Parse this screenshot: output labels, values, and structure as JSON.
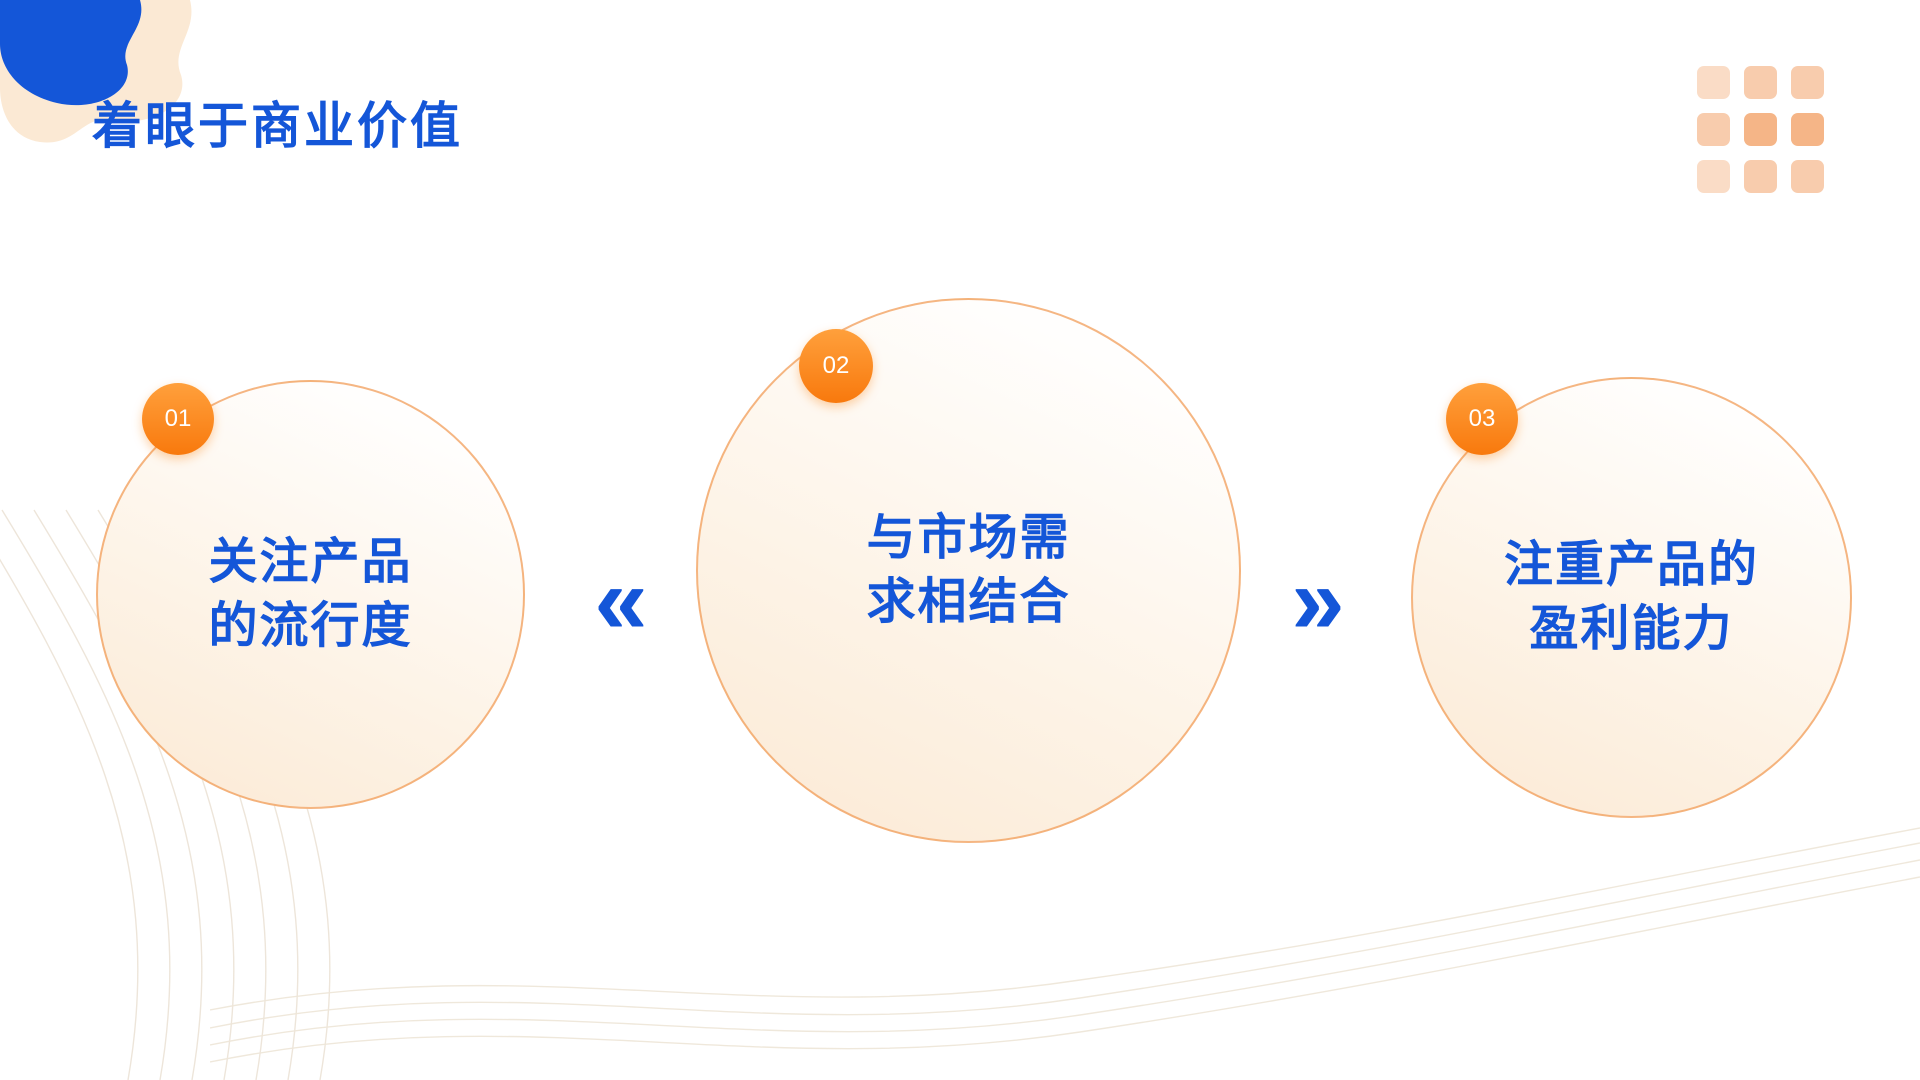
{
  "slide": {
    "title": "着眼于商业价值"
  },
  "steps": [
    {
      "number": "01",
      "line1": "关注产品",
      "line2": "的流行度"
    },
    {
      "number": "02",
      "line1": "与市场需",
      "line2": "求相结合"
    },
    {
      "number": "03",
      "line1": "注重产品的",
      "line2": "盈利能力"
    }
  ],
  "arrows": {
    "left": "«",
    "right": "»"
  },
  "colors": {
    "accent_blue": "#1456d8",
    "accent_orange": "#f8820f",
    "circle_border": "#f29e5a",
    "circle_fill": "#fdf1e2",
    "decor_line": "#ece3d6"
  }
}
